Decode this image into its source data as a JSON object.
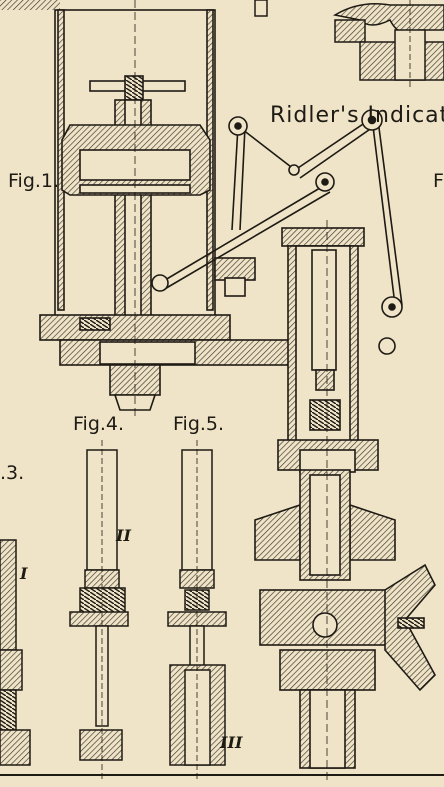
{
  "title": "Ridler's Indicat",
  "labels": {
    "fig1": "Fig.1.",
    "fig4": "Fig.4.",
    "fig5": "Fig.5.",
    "fig3": ".3.",
    "figF": "F",
    "roman_I": "I",
    "roman_II": "II",
    "roman_III": "III"
  },
  "colors": {
    "paper": "#efe4c8",
    "ink": "#1e1a14",
    "hatch": "#3a3326"
  }
}
